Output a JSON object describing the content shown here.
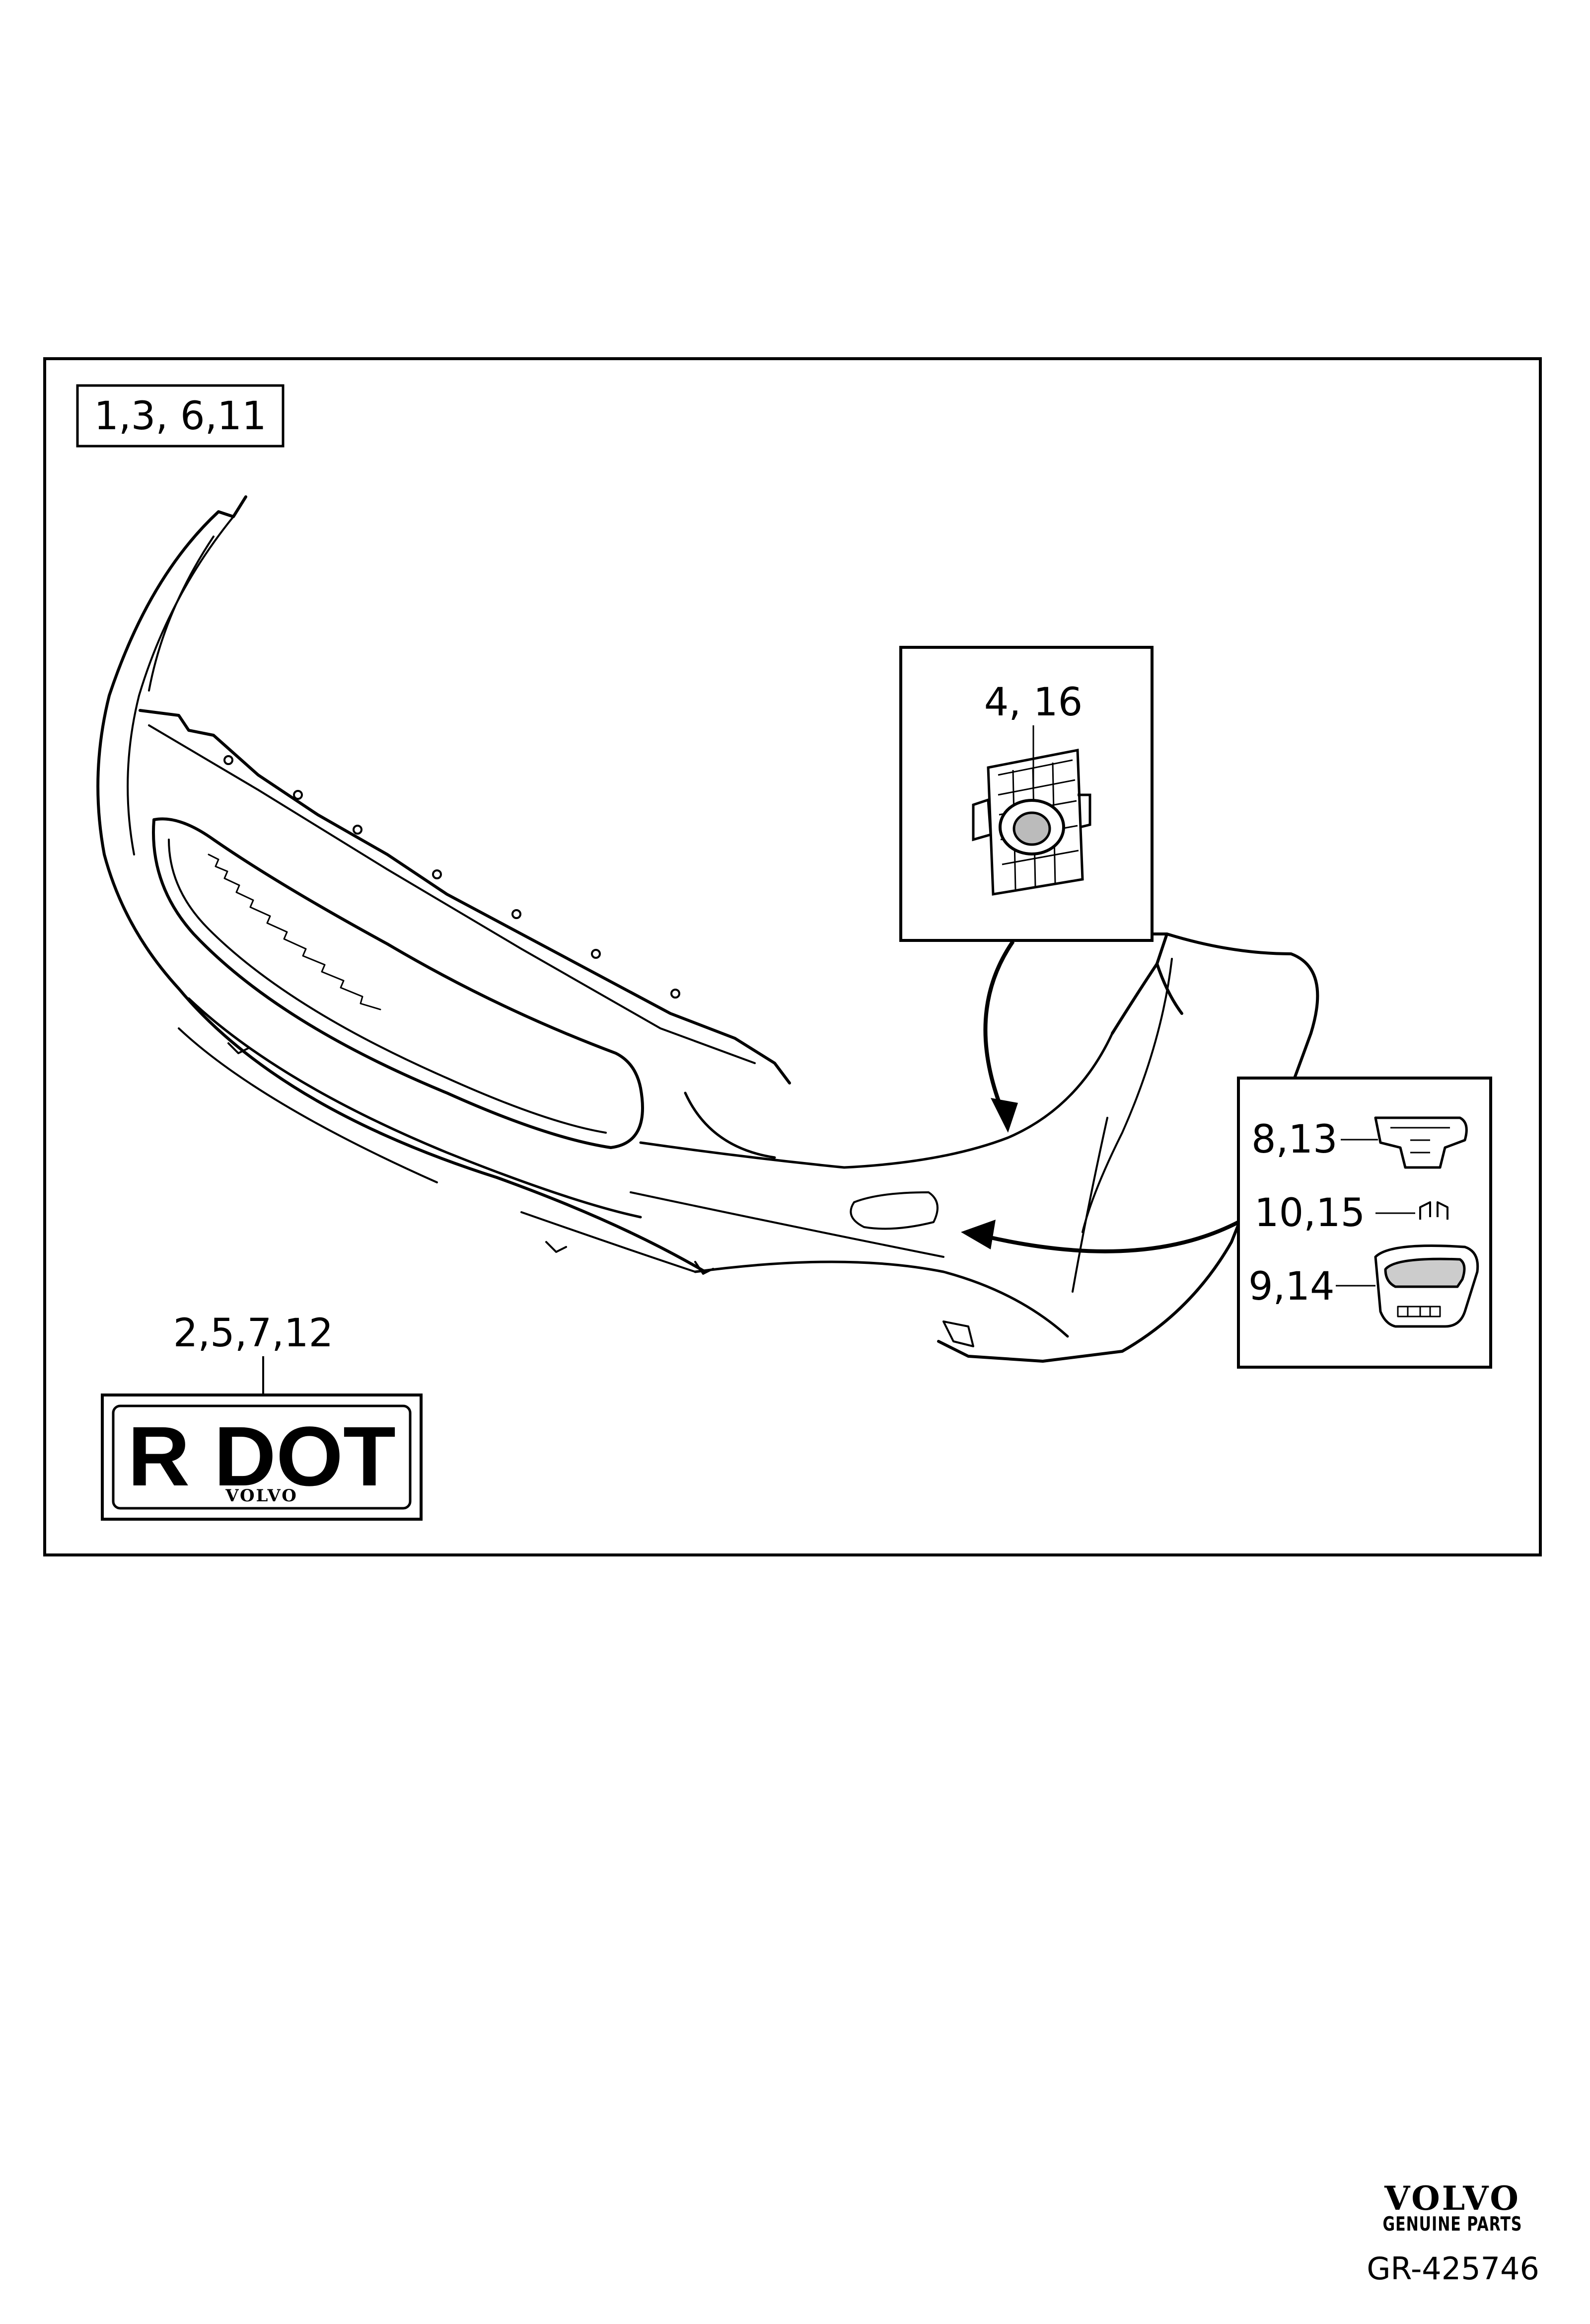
{
  "callouts": {
    "bumper_cover": "1,3, 6,11",
    "sensor_holder": "4, 16",
    "trim_piece_a": "8,13",
    "trim_piece_b": "10,15",
    "trim_piece_c": "9,14",
    "marking_plate": "2,5,7,12"
  },
  "plate": {
    "main_text": "R DOT",
    "sub_text": "VOLVO"
  },
  "brand": {
    "logo": "VOLVO",
    "tagline": "GENUINE PARTS"
  },
  "reference_code": "GR-425746"
}
